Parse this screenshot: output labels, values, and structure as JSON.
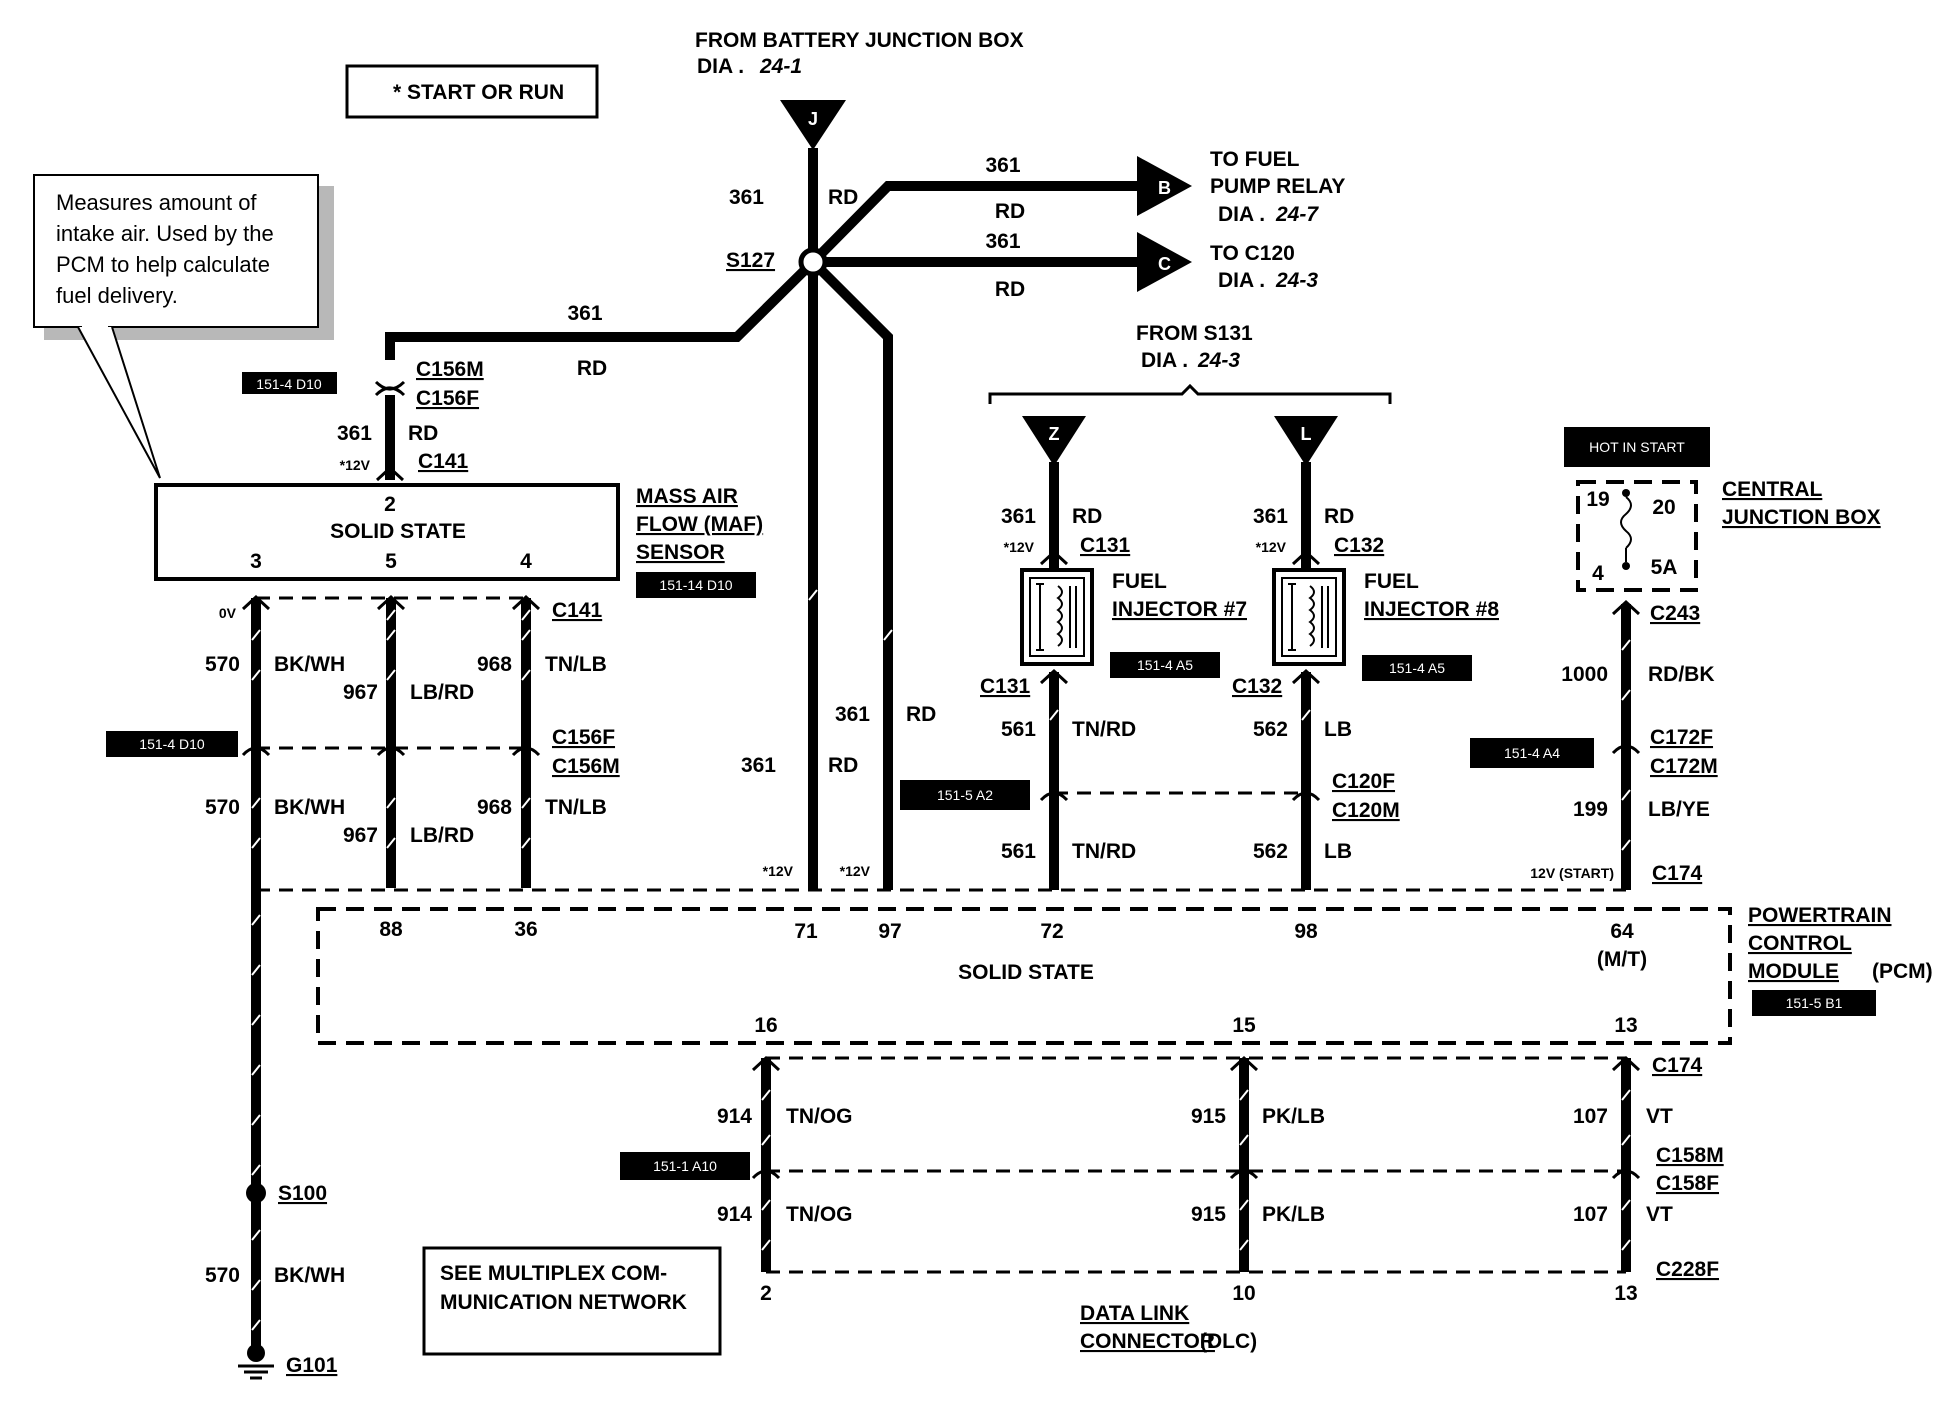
{
  "header": {
    "from_battery": "FROM BATTERY JUNCTION BOX",
    "dia": "DIA .",
    "battery_dia_ref": "24-1",
    "start_or_run": "* START OR RUN"
  },
  "callout": {
    "line1": "Measures amount of",
    "line2": "intake air. Used by the",
    "line3": "PCM to help calculate",
    "line4": "fuel delivery."
  },
  "splice": {
    "s127": "S127",
    "s131_from": "FROM S131",
    "s131_dia": "24-3",
    "s100": "S100",
    "g101": "G101"
  },
  "connectors": {
    "j": "J",
    "b": "B",
    "c": "C",
    "z": "Z",
    "l": "L",
    "c156m": "C156M",
    "c156f": "C156F",
    "c141": "C141",
    "c131": "C131",
    "c132": "C132",
    "c243": "C243",
    "c172f": "C172F",
    "c172m": "C172M",
    "c174": "C174",
    "c120f": "C120F",
    "c120m": "C120M",
    "c158m": "C158M",
    "c158f": "C158F",
    "c228f": "C228F"
  },
  "destinations": {
    "fuel_pump_relay_1": "TO FUEL",
    "fuel_pump_relay_2": "PUMP RELAY",
    "fuel_pump_dia": "24-7",
    "c120_to": "TO C120",
    "c120_dia": "24-3"
  },
  "wires": {
    "w361": "361",
    "rd": "RD",
    "w570": "570",
    "bkwh": "BK/WH",
    "w967": "967",
    "lbrd": "LB/RD",
    "w968": "968",
    "tnlb": "TN/LB",
    "w561": "561",
    "tnrd": "TN/RD",
    "w562": "562",
    "lb": "LB",
    "w1000": "1000",
    "rdbk": "RD/BK",
    "w199": "199",
    "lbye": "LB/YE",
    "w914": "914",
    "tnog": "TN/OG",
    "w915": "915",
    "pklb": "PK/LB",
    "w107": "107",
    "vt": "VT"
  },
  "voltages": {
    "v12": "*12V",
    "v0": "0V",
    "v12start": "12V (START)"
  },
  "maf": {
    "title1": "MASS AIR",
    "title2": "FLOW (MAF)",
    "title3": "SENSOR",
    "solid_state": "SOLID STATE",
    "pin2": "2",
    "pin3": "3",
    "pin5": "5",
    "pin4": "4"
  },
  "injectors": {
    "fuel": "FUEL",
    "inj7": "INJECTOR #7",
    "inj8": "INJECTOR #8"
  },
  "cjb": {
    "hot_in_start": "HOT IN START",
    "title1": "CENTRAL",
    "title2": "JUNCTION BOX",
    "pin19": "19",
    "pin20": "20",
    "pin4": "4",
    "fuse": "5A"
  },
  "pcm": {
    "title1": "POWERTRAIN",
    "title2": "CONTROL",
    "title3": "MODULE",
    "title_suffix": "(PCM)",
    "solid_state": "SOLID STATE",
    "p88": "88",
    "p36": "36",
    "p71": "71",
    "p97": "97",
    "p72": "72",
    "p98": "98",
    "p64": "64",
    "mt": "(M/T)",
    "p16": "16",
    "p15": "15",
    "p13": "13"
  },
  "dlc": {
    "title1": "DATA LINK",
    "title2": "CONNECTOR",
    "title_suffix": "(DLC)",
    "p2": "2",
    "p10": "10",
    "p13": "13"
  },
  "multiplex": {
    "line1": "SEE MULTIPLEX COM-",
    "line2": "MUNICATION NETWORK"
  },
  "refs": {
    "r1": "151-4 D10",
    "r2": "151-14 D10",
    "r3": "151-4 D10",
    "r4": "151-4 A5",
    "r5": "151-4 A5",
    "r6": "151-5 A2",
    "r7": "151-4 A4",
    "r8": "151-5 B1",
    "r9": "151-1 A10"
  }
}
